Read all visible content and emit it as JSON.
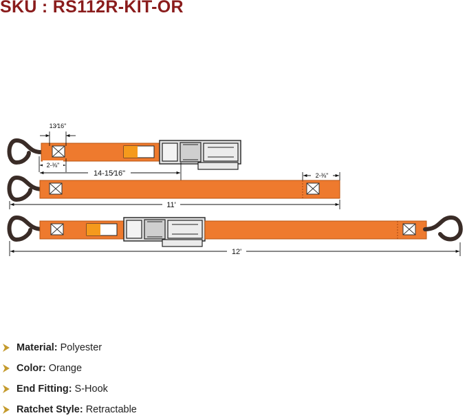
{
  "header": {
    "sku_label": "SKU : RS112R-KIT-OR"
  },
  "colors": {
    "strap": "#ee7a2e",
    "strap_edge": "#b85412",
    "hook": "#3a2c27",
    "ratchet": "#d8d8d8",
    "tag": "#f59a1c",
    "sku_text": "#8a1c1c",
    "bullet": "#c49a2c"
  },
  "dimensions": {
    "stitch_width": "13⁄16\"",
    "stitch_offset": "2-⅜\"",
    "strap1_length": "14-15⁄16\"",
    "loop_end": "2-⅜\"",
    "strap2_length": "11'",
    "strap3_length": "12'"
  },
  "specs": [
    {
      "key": "Material:",
      "value": "Polyester"
    },
    {
      "key": "Color:",
      "value": "Orange"
    },
    {
      "key": "End Fitting:",
      "value": "S-Hook"
    },
    {
      "key": "Ratchet Style:",
      "value": "Retractable"
    }
  ],
  "icons": {
    "bullet": "chevron-right-icon",
    "hook": "s-hook-icon",
    "ratchet": "ratchet-icon"
  }
}
